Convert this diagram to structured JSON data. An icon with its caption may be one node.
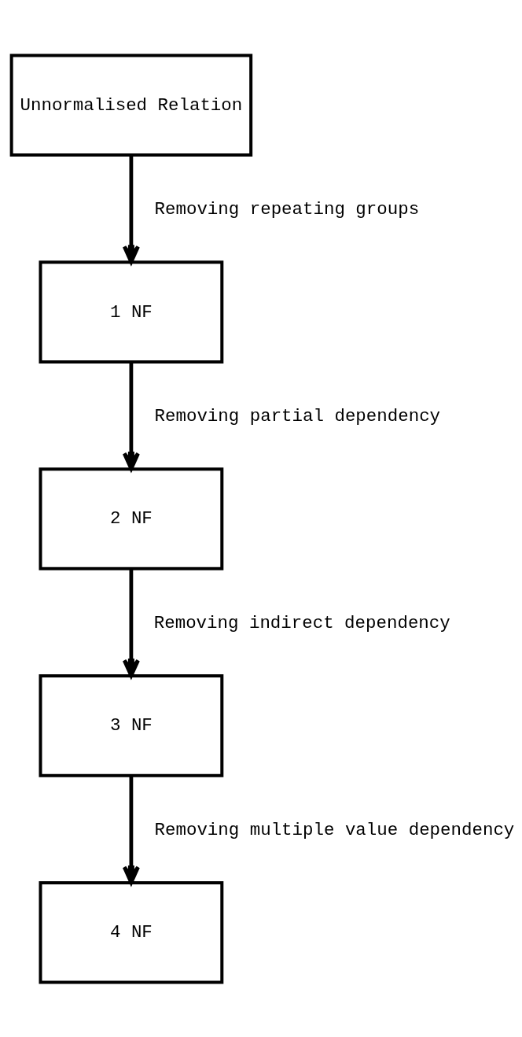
{
  "diagram": {
    "nodes": [
      {
        "text": [
          "Unnormalised Relation"
        ]
      },
      {
        "text": [
          "1 NF"
        ]
      },
      {
        "text": [
          "2 NF"
        ]
      },
      {
        "text": [
          "3 NF"
        ]
      },
      {
        "text": [
          "4 NF"
        ]
      }
    ],
    "edges": [
      {
        "from": 0,
        "to": 1,
        "arrow": "to",
        "label": "Removing repeating groups"
      },
      {
        "from": 1,
        "to": 2,
        "arrow": "to",
        "label": "Removing partial dependency"
      },
      {
        "from": 2,
        "to": 3,
        "arrow": "to",
        "label": "Removing indirect dependency"
      },
      {
        "from": 3,
        "to": 4,
        "arrow": "to",
        "label": "Removing multiple value dependency"
      }
    ]
  }
}
